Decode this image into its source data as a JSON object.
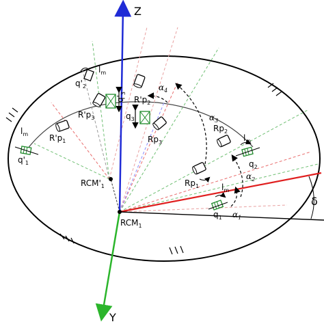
{
  "axes": {
    "z": "Z",
    "y": "Y",
    "delta": "δ",
    "colors": {
      "z": "#1f2bd6",
      "y": "#2bb52b",
      "red": "#e01f1f",
      "green_line": "#1e8a2a"
    }
  },
  "points": {
    "rcm1_main": "RCM",
    "rcm1_sub": "1",
    "rcm1p_main": "RCM'",
    "rcm1p_sub": "1"
  },
  "labels": {
    "lm": "l",
    "lm_sub": "m",
    "q": "q",
    "q1_sub": "1",
    "q2_sub": "2",
    "q3_sub": "3",
    "q1p": "q'",
    "q1p_sub": "1",
    "q2p": "q'",
    "q2p_sub": "2",
    "q3p": "q'",
    "q3p_sub": "3",
    "rp": "Rp",
    "rp1_sub": "1",
    "rp2_sub": "2",
    "rp3_sub": "3",
    "rpp": "R'p",
    "rpp1_sub": "1",
    "rpp2_sub": "2",
    "rpp3_sub": "3",
    "alpha": "α",
    "a1_sub": "1",
    "a2_sub": "2",
    "a3_sub": "3",
    "a4_sub": "4"
  }
}
